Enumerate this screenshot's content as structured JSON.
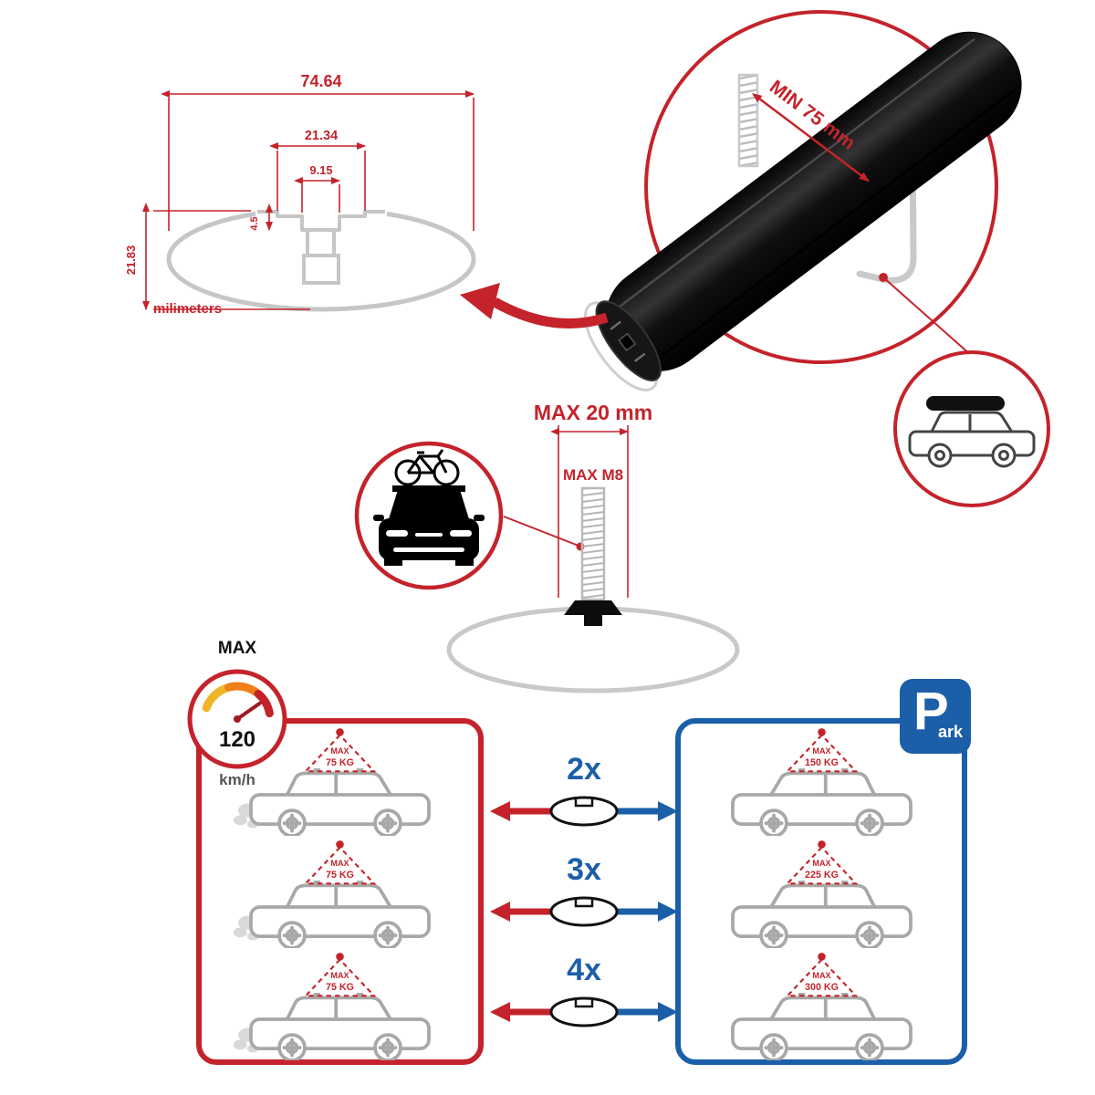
{
  "colors": {
    "accent_red": "#c4232b",
    "accent_blue": "#1b5fa8",
    "ghost_gray": "#c9c9c9",
    "bar_black": "#101010"
  },
  "profile_dimensions": {
    "total_width": "74.64",
    "channel_width": "21.34",
    "slot_width": "9.15",
    "slot_depth": "4.5",
    "height": "21.83",
    "unit": "milimeters"
  },
  "bar_detail": {
    "clamp_min": "MIN 75 mm"
  },
  "bolt_detail": {
    "max_length": "MAX 20 mm",
    "max_thread": "MAX M8"
  },
  "speed": {
    "label": "MAX",
    "value": "120",
    "unit": "km/h"
  },
  "park": {
    "initial": "P",
    "rest": "ark"
  },
  "load_comparison": {
    "max_label": "MAX",
    "rows": [
      {
        "multiplier": "2x",
        "left_load": "75 KG",
        "right_load": "150 KG"
      },
      {
        "multiplier": "3x",
        "left_load": "75 KG",
        "right_load": "225 KG"
      },
      {
        "multiplier": "4x",
        "left_load": "75 KG",
        "right_load": "300 KG"
      }
    ]
  }
}
